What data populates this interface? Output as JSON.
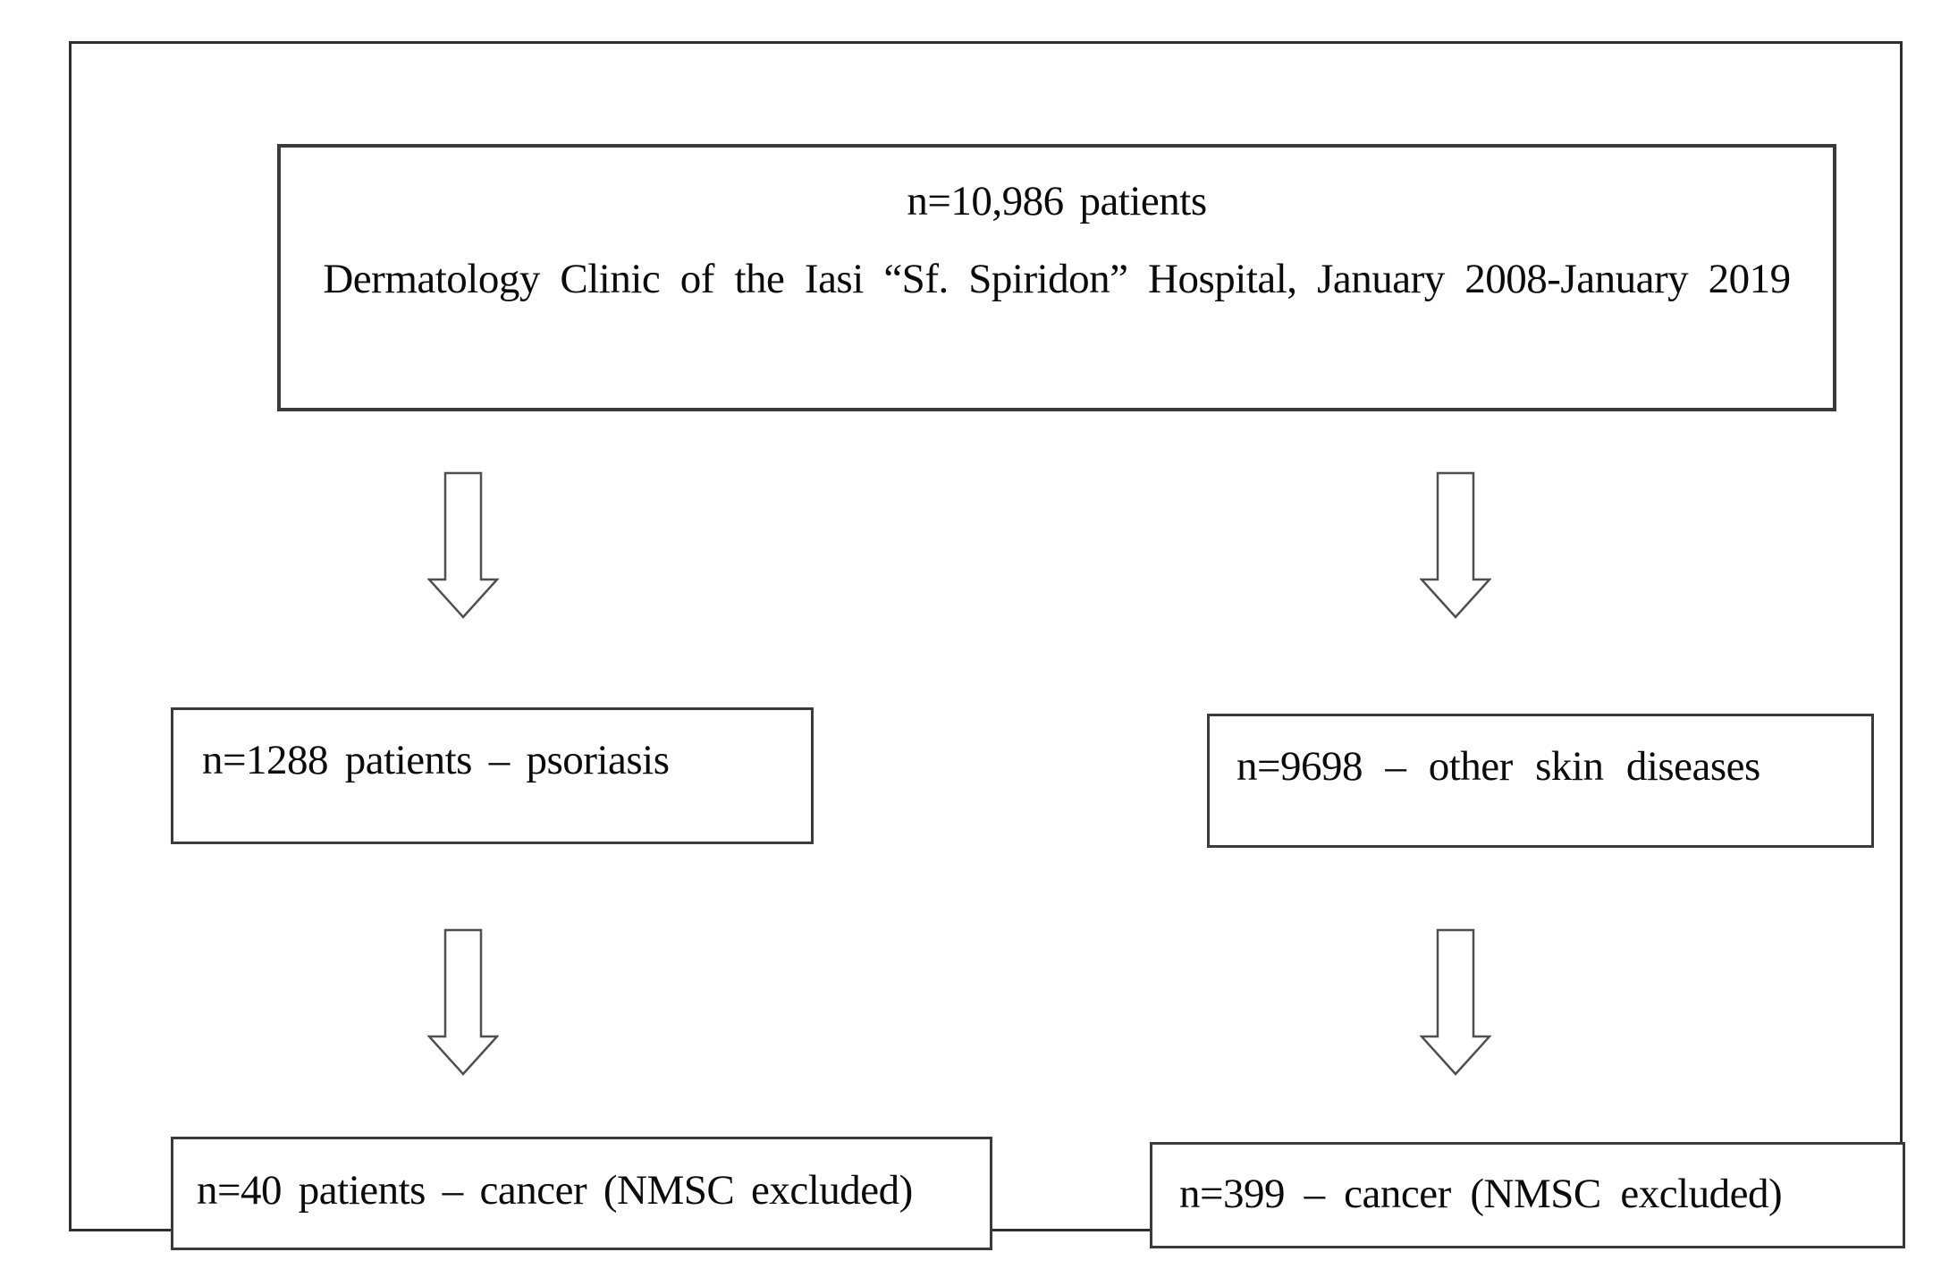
{
  "flowchart": {
    "nodes": {
      "total": {
        "line1": "n=10,986 patients",
        "line2": "Dermatology Clinic of the Iasi “Sf. Spiridon” Hospital, January 2008-January 2019"
      },
      "psoriasis": {
        "text": "n=1288 patients – psoriasis"
      },
      "other_skin": {
        "text": "n=9698 – other skin diseases"
      },
      "psoriasis_cancer": {
        "text": "n=40 patients – cancer (NMSC excluded)"
      },
      "other_cancer": {
        "text": "n=399 – cancer (NMSC excluded)"
      }
    },
    "edges": [
      {
        "from": "total",
        "to": "psoriasis",
        "icon": "down-arrow-icon"
      },
      {
        "from": "total",
        "to": "other_skin",
        "icon": "down-arrow-icon"
      },
      {
        "from": "psoriasis",
        "to": "psoriasis_cancer",
        "icon": "down-arrow-icon"
      },
      {
        "from": "other_skin",
        "to": "other_cancer",
        "icon": "down-arrow-icon"
      }
    ],
    "colors": {
      "background": "#ffffff",
      "frame_border": "#2e2e2e",
      "box_border": "#3b3b3b",
      "arrow_outline": "#4f4f4f",
      "text": "#0b0b0b"
    }
  }
}
